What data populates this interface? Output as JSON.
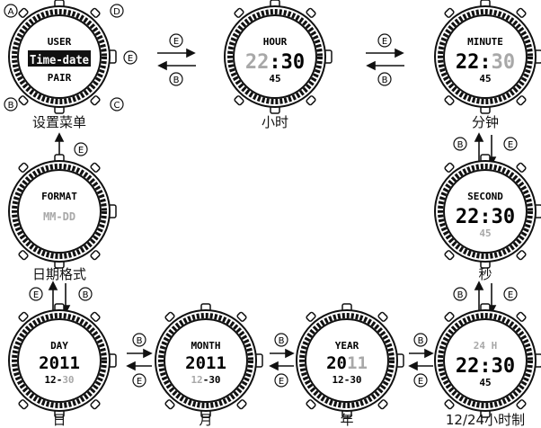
{
  "buttons": {
    "A": "A",
    "B": "B",
    "C": "C",
    "D": "D",
    "E": "E"
  },
  "watches": {
    "menu": {
      "line1": "USER",
      "line2": "Time-date",
      "line3": "PAIR",
      "caption": "设置菜单"
    },
    "hour": {
      "label": "HOUR",
      "hh": "22",
      "sep": ":",
      "mm": "30",
      "ss": "45",
      "caption": "小时"
    },
    "minute": {
      "label": "MINUTE",
      "hh": "22",
      "sep": ":",
      "mm": "30",
      "ss": "45",
      "caption": "分钟"
    },
    "format": {
      "label": "FORMAT",
      "value": "MM-DD",
      "caption": "日期格式"
    },
    "second": {
      "label": "SECOND",
      "hh": "22",
      "sep": ":",
      "mm": "30",
      "ss": "45",
      "caption": "秒"
    },
    "day": {
      "label": "DAY",
      "year": "2011",
      "month": "12",
      "sep": "-",
      "day": "30",
      "caption": "日"
    },
    "month": {
      "label": "MONTH",
      "year": "2011",
      "month": "12",
      "sep": "-",
      "day": "30",
      "caption": "月"
    },
    "year": {
      "label": "YEAR",
      "year_main": "20",
      "year_blink": "11",
      "month": "12",
      "sep": "-",
      "day": "30",
      "caption": "年"
    },
    "mode": {
      "label": "24 H",
      "hh": "22",
      "sep": ":",
      "mm": "30",
      "ss": "45",
      "caption": "12/24小时制"
    }
  },
  "colors": {
    "ink": "#111111",
    "dim": "#a8a8a8"
  }
}
